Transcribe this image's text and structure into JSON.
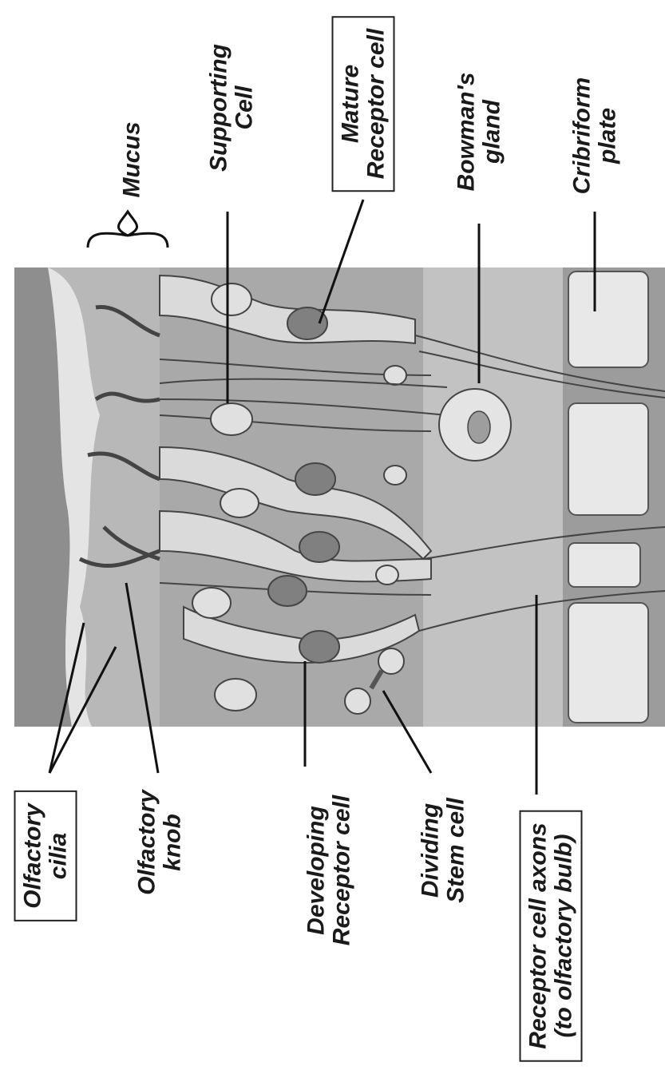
{
  "labels": {
    "mucus": "Mucus",
    "supporting_cell": [
      "Supporting",
      "Cell"
    ],
    "mature_receptor_cell": [
      "Mature",
      "Receptor cell"
    ],
    "bowmans_gland": [
      "Bowman's",
      "gland"
    ],
    "cribriform_plate": [
      "Cribriform",
      "plate"
    ],
    "olfactory_cilia": [
      "Olfactory",
      "cilia"
    ],
    "olfactory_knob": [
      "Olfactory",
      "knob"
    ],
    "developing_receptor_cell": [
      "Developing",
      "Receptor cell"
    ],
    "dividing_stem_cell": [
      "Dividing",
      "Stem cell"
    ],
    "receptor_cell_axons": [
      "Receptor cell axons",
      "(to olfactory bulb)"
    ]
  },
  "colors": {
    "ink": "#1a1a1a",
    "mucus_layer": "#c9c9c9",
    "mucus_dark": "#9a9a9a",
    "supporting_cell_fill": "#a8a8a8",
    "receptor_cell_fill": "#d9d9d9",
    "nucleus_dark": "#7a7a7a",
    "lamina_fill": "#bdbdbd",
    "bone_fill": "#e6e6e6"
  }
}
